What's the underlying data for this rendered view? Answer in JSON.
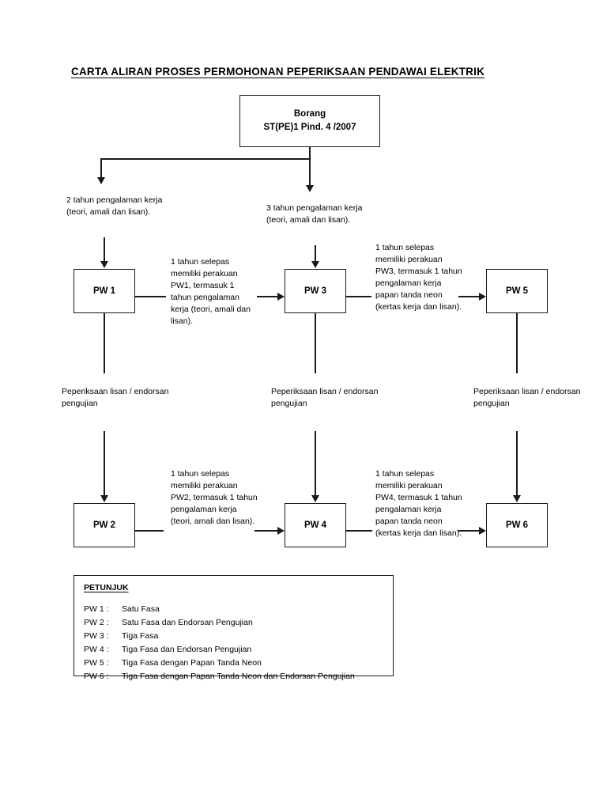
{
  "title": "CARTA ALIRAN PROSES PERMOHONAN PEPERIKSAAN PENDAWAI ELEKTRIK",
  "nodes": {
    "start": {
      "line1": "Borang",
      "line2": "ST(PE)1 Pind. 4 /2007"
    },
    "pw1": "PW 1",
    "pw2": "PW 2",
    "pw3": "PW 3",
    "pw4": "PW 4",
    "pw5": "PW 5",
    "pw6": "PW 6"
  },
  "edge_labels": {
    "start_to_pw1": "2 tahun pengalaman kerja (teori, amali dan lisan).",
    "start_to_pw3": "3 tahun pengalaman kerja (teori, amali dan lisan).",
    "pw1_to_pw3": "1 tahun selepas memiliki perakuan PW1, termasuk 1 tahun pengalaman kerja (teori, amali dan lisan).",
    "pw3_to_pw5": "1 tahun selepas memiliki perakuan PW3,  termasuk 1 tahun pengalaman kerja papan tanda neon (kertas kerja dan lisan).",
    "pw1_to_pw2": "Peperiksaan lisan / endorsan pengujian",
    "pw3_to_pw4": "Peperiksaan lisan / endorsan pengujian",
    "pw5_to_pw6": "Peperiksaan lisan / endorsan pengujian",
    "pw2_to_pw4": "1 tahun selepas memiliki perakuan PW2, termasuk  1 tahun pengalaman kerja (teori, amali dan lisan).",
    "pw4_to_pw6": "1 tahun selepas memiliki perakuan PW4, termasuk  1 tahun pengalaman kerja  papan tanda neon (kertas kerja dan lisan)."
  },
  "legend": {
    "heading": "PETUNJUK",
    "rows": [
      {
        "key": "PW 1 :",
        "value": "Satu Fasa"
      },
      {
        "key": "PW 2 :",
        "value": "Satu Fasa dan Endorsan Pengujian"
      },
      {
        "key": "PW 3 :",
        "value": "Tiga Fasa"
      },
      {
        "key": "PW 4 :",
        "value": "Tiga Fasa dan Endorsan Pengujian"
      },
      {
        "key": "PW 5 :",
        "value": "Tiga Fasa dengan Papan Tanda Neon"
      },
      {
        "key": "PW 6 :",
        "value": "Tiga Fasa dengan Papan Tanda Neon dan Endorsan Pengujian"
      }
    ]
  },
  "chart_data": {
    "type": "diagram",
    "diagram_kind": "flowchart",
    "title": "CARTA ALIRAN PROSES PERMOHONAN PEPERIKSAAN PENDAWAI ELEKTRIK",
    "nodes": [
      {
        "id": "start",
        "label": "Borang ST(PE)1 Pind. 4 /2007"
      },
      {
        "id": "pw1",
        "label": "PW 1"
      },
      {
        "id": "pw2",
        "label": "PW 2"
      },
      {
        "id": "pw3",
        "label": "PW 3"
      },
      {
        "id": "pw4",
        "label": "PW 4"
      },
      {
        "id": "pw5",
        "label": "PW 5"
      },
      {
        "id": "pw6",
        "label": "PW 6"
      }
    ],
    "edges": [
      {
        "from": "start",
        "to": "pw1",
        "label": "2 tahun pengalaman kerja (teori, amali dan lisan)."
      },
      {
        "from": "start",
        "to": "pw3",
        "label": "3 tahun pengalaman kerja (teori, amali dan lisan)."
      },
      {
        "from": "pw1",
        "to": "pw3",
        "label": "1 tahun selepas memiliki perakuan PW1, termasuk 1 tahun pengalaman kerja (teori, amali dan lisan)."
      },
      {
        "from": "pw3",
        "to": "pw5",
        "label": "1 tahun selepas memiliki perakuan PW3, termasuk 1 tahun pengalaman kerja papan tanda neon (kertas kerja dan lisan)."
      },
      {
        "from": "pw1",
        "to": "pw2",
        "label": "Peperiksaan lisan / endorsan pengujian"
      },
      {
        "from": "pw3",
        "to": "pw4",
        "label": "Peperiksaan lisan / endorsan pengujian"
      },
      {
        "from": "pw5",
        "to": "pw6",
        "label": "Peperiksaan lisan / endorsan pengujian"
      },
      {
        "from": "pw2",
        "to": "pw4",
        "label": "1 tahun selepas memiliki perakuan PW2, termasuk 1 tahun pengalaman kerja (teori, amali dan lisan)."
      },
      {
        "from": "pw4",
        "to": "pw6",
        "label": "1 tahun selepas memiliki perakuan PW4, termasuk 1 tahun pengalaman kerja papan tanda neon (kertas kerja dan lisan)."
      }
    ]
  }
}
